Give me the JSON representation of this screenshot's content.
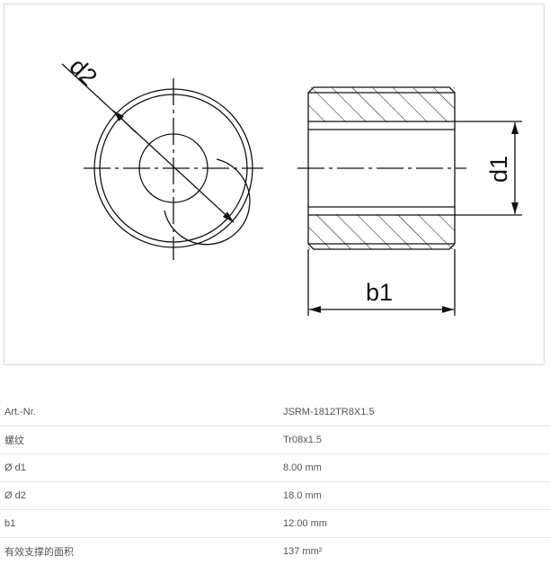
{
  "drawing": {
    "labels": {
      "d2": "d2",
      "d1": "d1",
      "b1": "b1"
    },
    "icons": [
      "front-view-circle",
      "section-view-hatched"
    ]
  },
  "specs": {
    "rows": [
      {
        "key": "Art.-Nr.",
        "value": "JSRM-1812TR8X1.5"
      },
      {
        "key": "螺纹",
        "value": "Tr08x1.5"
      },
      {
        "key": "Ø d1",
        "value": "8.00 mm"
      },
      {
        "key": "Ø d2",
        "value": "18.0 mm"
      },
      {
        "key": "b1",
        "value": "12.00 mm"
      },
      {
        "key": "有效支撑的面积",
        "value": "137 mm²"
      }
    ]
  },
  "colors": {
    "line": "#111111",
    "border": "#d9d9d9",
    "text": "#555555"
  }
}
